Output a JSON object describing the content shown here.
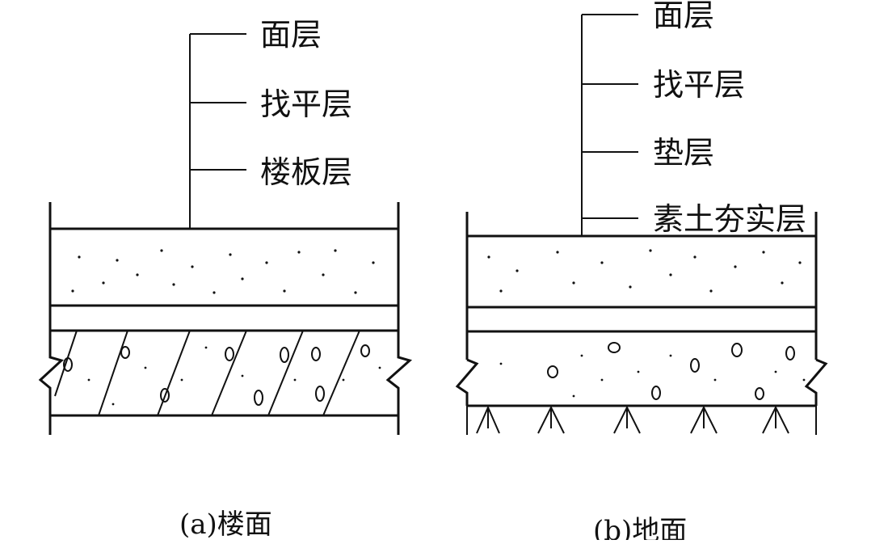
{
  "figure_a": {
    "labels": [
      "面层",
      "找平层",
      "楼板层"
    ],
    "caption": "(a)楼面"
  },
  "figure_b": {
    "labels": [
      "面层",
      "找平层",
      "垫层",
      "素土夯实层"
    ],
    "caption": "(b)地面"
  },
  "colors": {
    "line": "#111111",
    "background": "#ffffff"
  }
}
